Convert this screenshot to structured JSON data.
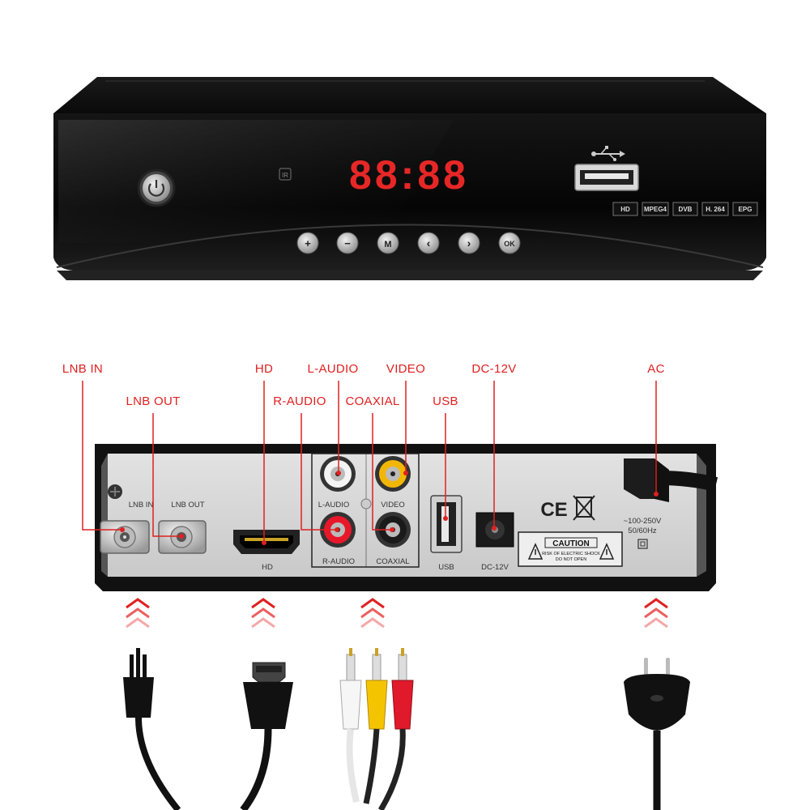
{
  "accent_color": "#e02020",
  "front": {
    "display": "88:88",
    "display_color": "#ff2a2a",
    "ir_label": "IR",
    "badges": [
      "HD",
      "MPEG4",
      "DVB",
      "H. 264",
      "EPG"
    ],
    "buttons": [
      "+",
      "−",
      "M",
      "‹",
      "›",
      "OK"
    ]
  },
  "callouts": {
    "lnb_in": "LNB IN",
    "lnb_out": "LNB OUT",
    "hd": "HD",
    "l_audio": "L-AUDIO",
    "r_audio": "R-AUDIO",
    "video": "VIDEO",
    "coaxial": "COAXIAL",
    "usb": "USB",
    "dc": "DC-12V",
    "ac": "AC"
  },
  "panel": {
    "lnb_in": "LNB IN",
    "lnb_out": "LNB OUT",
    "hd": "HD",
    "l_audio": "L-AUDIO",
    "video": "VIDEO",
    "r_audio": "R-AUDIO",
    "coaxial": "COAXIAL",
    "usb": "USB",
    "dc": "DC-12V",
    "ce": "CE",
    "caution_title": "CAUTION",
    "caution_line1": "RISK OF ELECTRIC SHOCK",
    "caution_line2": "DO NOT OPEN",
    "voltage": "~100-250V",
    "frequency": "50/60Hz"
  },
  "cables": [
    "antenna-cable",
    "hdmi-cable",
    "av-cable",
    "power-plug"
  ]
}
